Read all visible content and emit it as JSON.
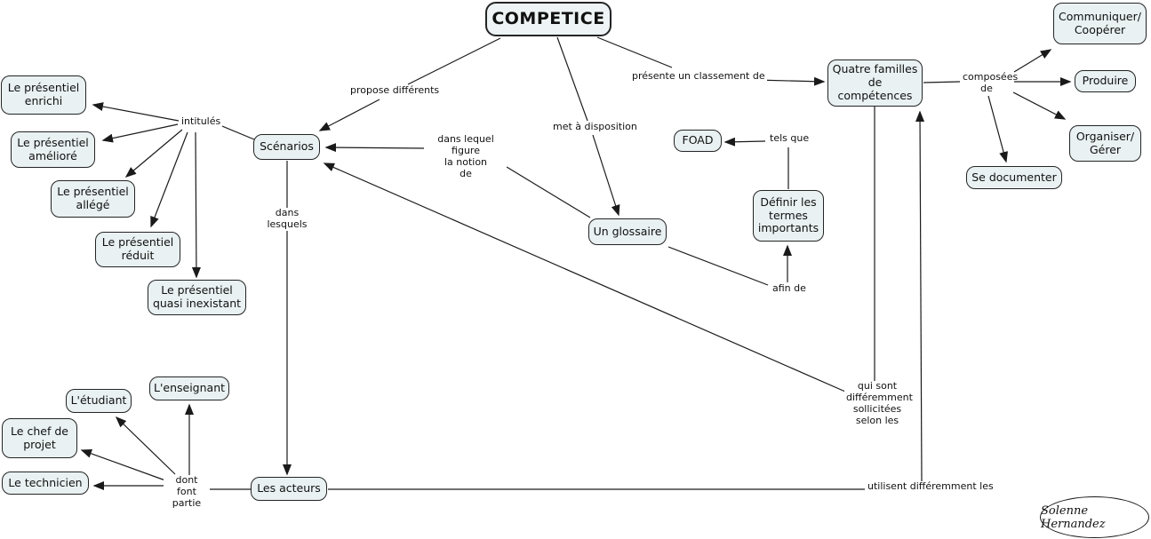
{
  "nodes": {
    "competice": "COMPETICE",
    "scenarios": "Scénarios",
    "quatre_familles": "Quatre familles\nde\ncompétences",
    "foad": "FOAD",
    "definir_termes": "Définir les\ntermes\nimportants",
    "glossaire": "Un glossaire",
    "communiquer": "Communiquer/\nCoopérer",
    "produire": "Produire",
    "organiser": "Organiser/\nGérer",
    "se_documenter": "Se documenter",
    "presentiel_enrichi": "Le présentiel\nenrichi",
    "presentiel_ameliore": "Le présentiel\namélioré",
    "presentiel_allege": "Le présentiel\nallégé",
    "presentiel_reduit": "Le présentiel\nréduit",
    "presentiel_quasi": "Le présentiel\nquasi inexistant",
    "etudiant": "L'étudiant",
    "enseignant": "L'enseignant",
    "chef_projet": "Le chef de\nprojet",
    "technicien": "Le technicien",
    "acteurs": "Les acteurs"
  },
  "edge_labels": {
    "propose": "propose différents",
    "intitules": "intitulés",
    "dans_lesquels": "dans lesquels",
    "dans_lequel": "dans lequel figure\nla notion\nde",
    "met_a_disposition": "met à disposition",
    "presente": "présente un classement de",
    "composees": "composées\nde",
    "tels_que": "tels que",
    "afin_de": "afin de",
    "qui_sont": "qui sont\ndifféremment\nsollicitées\nselon les",
    "utilisent": "utilisent différemment les",
    "dont_font_partie": "dont font\npartie"
  },
  "signature": "Solenne Hernandez",
  "colors": {
    "node_fill": "#e9f1f2",
    "node_border": "#242424",
    "line": "#1a1a1a",
    "background": "#ffffff"
  }
}
